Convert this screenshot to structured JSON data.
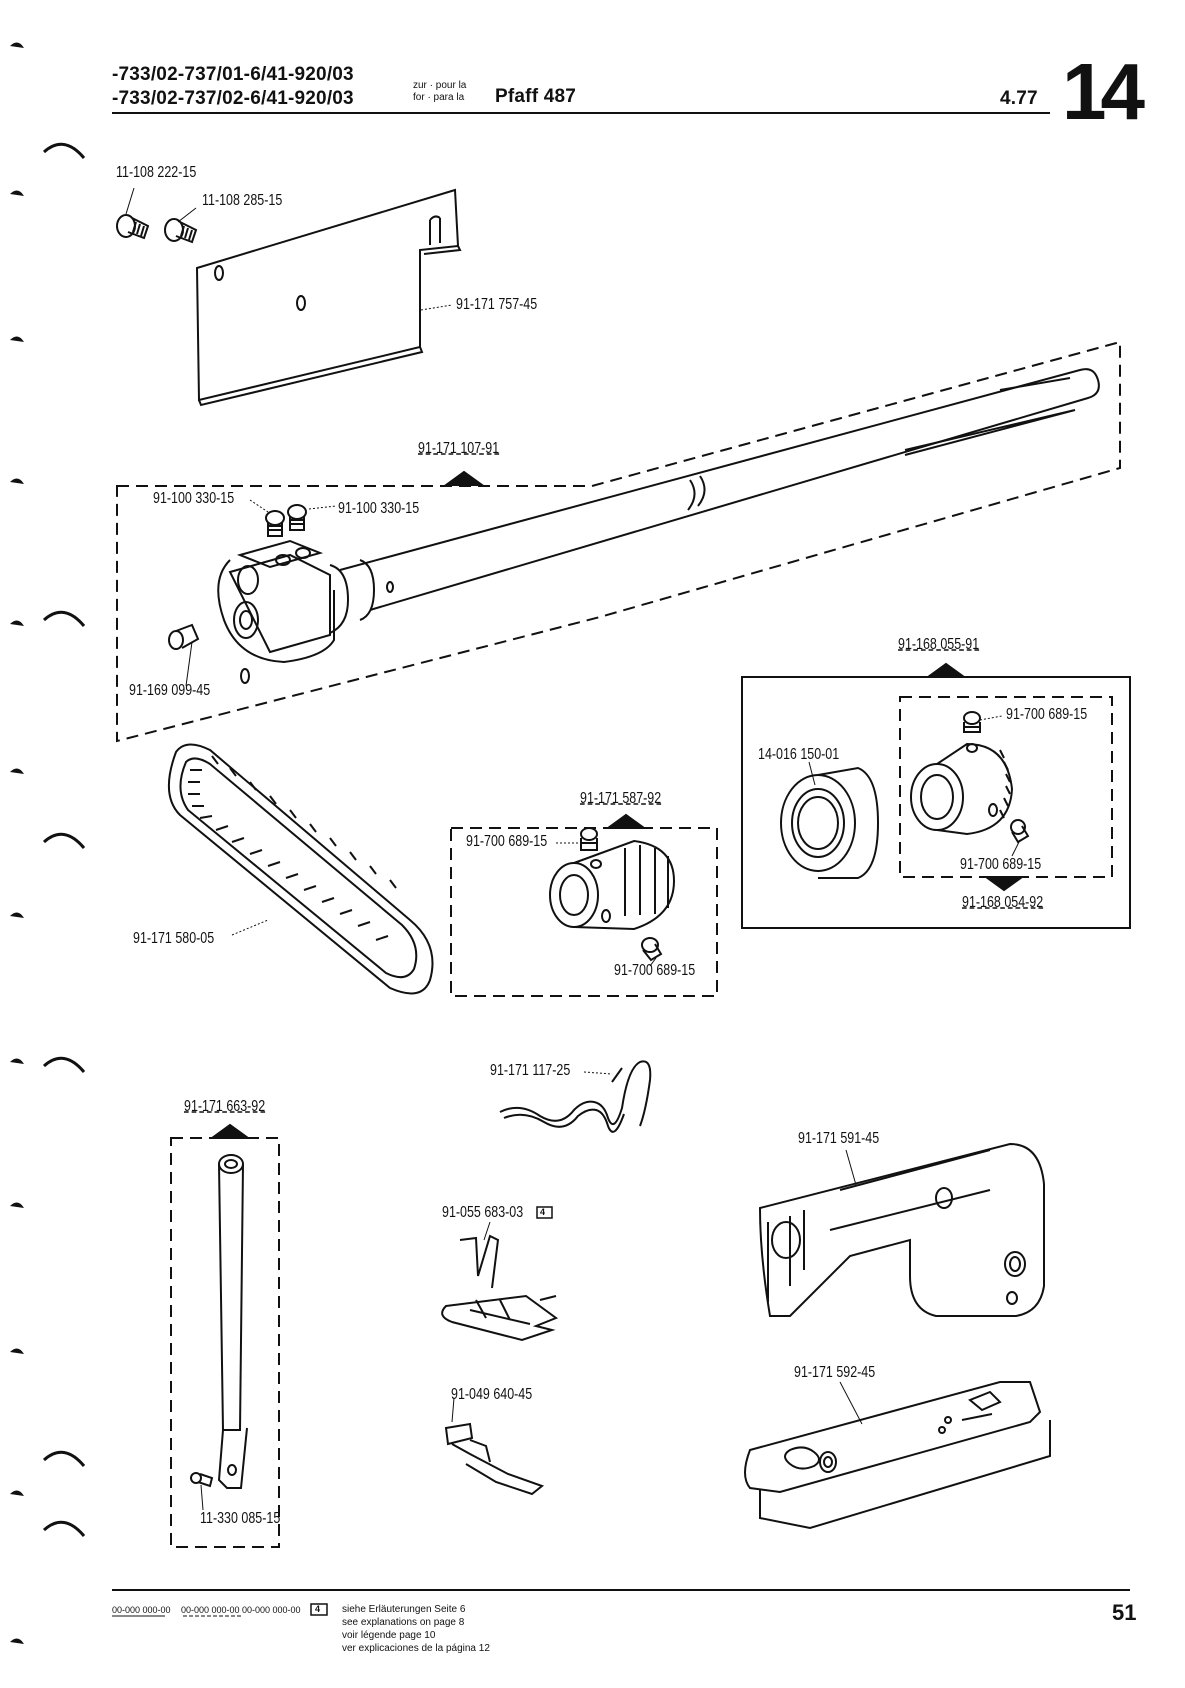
{
  "header": {
    "model_line_1": "-733/02-737/01-6/41-920/03",
    "model_line_2": "-733/02-737/02-6/41-920/03",
    "zur_pour_la": "zur · pour la",
    "for_para_la": "for · para la",
    "machine": "Pfaff 487",
    "date": "4.77",
    "section_number": "14"
  },
  "parts": {
    "screw_a": "11-108 222-15",
    "screw_b": "11-108 285-15",
    "plate": "91-171 757-45",
    "shaft_assembly": "91-171 107-91",
    "set_screw_left": "91-100 330-15",
    "set_screw_right": "91-100 330-15",
    "pin": "91-169 099-45",
    "belt": "91-171 580-05",
    "pulley_assembly": "91-171 587-92",
    "pulley_screw_1": "91-700 689-15",
    "pulley_screw_2": "91-700 689-15",
    "bearing_assembly": "91-168 055-91",
    "ball_bearing": "14-016 150-01",
    "bearing_screw_1": "91-700 689-15",
    "bearing_screw_2": "91-700 689-15",
    "collar_assembly": "91-168 054-92",
    "wire_guide": "91-171 117-25",
    "needle_bar_assembly": "91-171 663-92",
    "needle_bar_screw": "11-330 085-15",
    "presser_foot": "91-055 683-03",
    "presser_foot_ref": "4",
    "edge_foot": "91-049 640-45",
    "arm": "91-171 591-45",
    "bed_plate": "91-171 592-45"
  },
  "footer": {
    "legend_1": "00-000 000-00",
    "legend_2": "00-000 000-00",
    "legend_3": "00-000 000-00",
    "legend_ref": "4",
    "note_de": "siehe Erläuterungen Seite 6",
    "note_en": "see explanations on page 8",
    "note_fr": "voir légende page 10",
    "note_es": "ver explicaciones de la página 12",
    "page_number": "51"
  }
}
